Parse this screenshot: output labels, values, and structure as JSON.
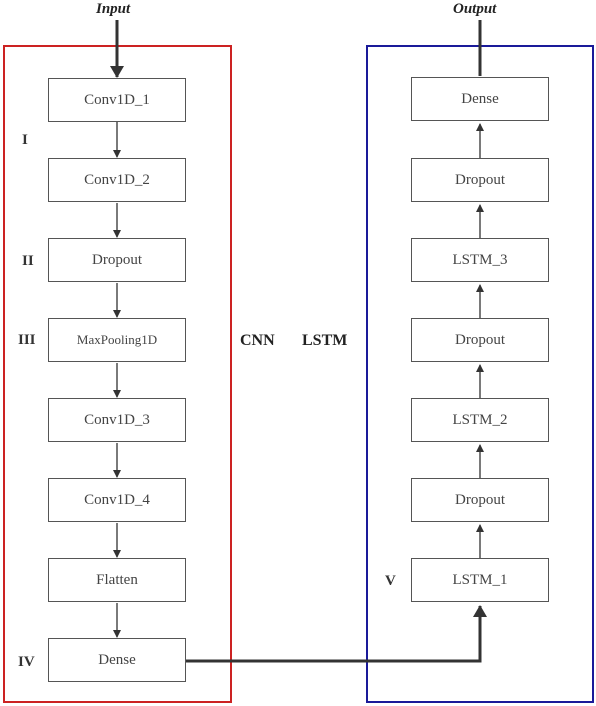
{
  "io": {
    "input": "Input",
    "output": "Output"
  },
  "groups": {
    "cnn": "CNN",
    "lstm": "LSTM"
  },
  "colors": {
    "cnn_frame": "#cc2222",
    "lstm_frame": "#1a1a99",
    "arrow": "#333333"
  },
  "cnn": [
    {
      "label": "Conv1D_1"
    },
    {
      "label": "Conv1D_2"
    },
    {
      "label": "Dropout"
    },
    {
      "label": "MaxPooling1D"
    },
    {
      "label": "Conv1D_3"
    },
    {
      "label": "Conv1D_4"
    },
    {
      "label": "Flatten"
    },
    {
      "label": "Dense"
    }
  ],
  "lstm": [
    {
      "label": "Dense"
    },
    {
      "label": "Dropout"
    },
    {
      "label": "LSTM_3"
    },
    {
      "label": "Dropout"
    },
    {
      "label": "LSTM_2"
    },
    {
      "label": "Dropout"
    },
    {
      "label": "LSTM_1"
    }
  ],
  "stages": {
    "i": "I",
    "ii": "II",
    "iii": "III",
    "iv": "IV",
    "v": "V"
  }
}
